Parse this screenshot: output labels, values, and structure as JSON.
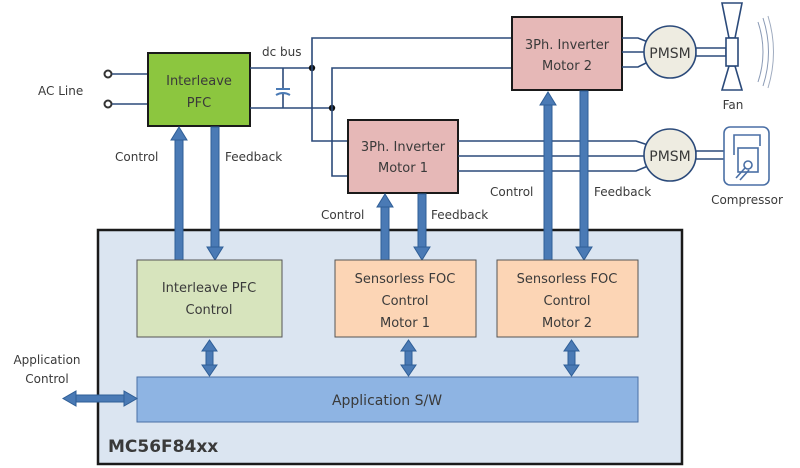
{
  "title": "Motor control system block diagram",
  "labels": {
    "ac_line": "AC Line",
    "dc_bus": "dc bus",
    "pfc_control": "Control",
    "pfc_feedback": "Feedback",
    "m1_control": "Control",
    "m1_feedback": "Feedback",
    "m2_control": "Control",
    "m2_feedback": "Feedback",
    "fan": "Fan",
    "compressor": "Compressor",
    "app_control_1": "Application",
    "app_control_2": "Control"
  },
  "blocks": {
    "pfc": {
      "line1": "Interleave",
      "line2": "PFC",
      "color": "#8cc63f"
    },
    "inverter1": {
      "line1": "3Ph. Inverter",
      "line2": "Motor 1",
      "color": "#e6b8b7"
    },
    "inverter2": {
      "line1": "3Ph. Inverter",
      "line2": "Motor 2",
      "color": "#e6b8b7"
    },
    "pmsm1": {
      "label": "PMSM",
      "color": "#eeece1"
    },
    "pmsm2": {
      "label": "PMSM",
      "color": "#eeece1"
    },
    "mcu": {
      "label": "MC56F84xx",
      "color": "#dbe5f1"
    },
    "pfc_ctrl": {
      "line1": "Interleave PFC",
      "line2": "Control",
      "color": "#d7e4bd"
    },
    "foc1": {
      "line1": "Sensorless FOC",
      "line2": "Control",
      "line3": "Motor 1",
      "color": "#fcd5b5"
    },
    "foc2": {
      "line1": "Sensorless FOC",
      "line2": "Control",
      "line3": "Motor 2",
      "color": "#fcd5b5"
    },
    "app_sw": {
      "label": "Application S/W",
      "color": "#8eb4e3"
    }
  }
}
